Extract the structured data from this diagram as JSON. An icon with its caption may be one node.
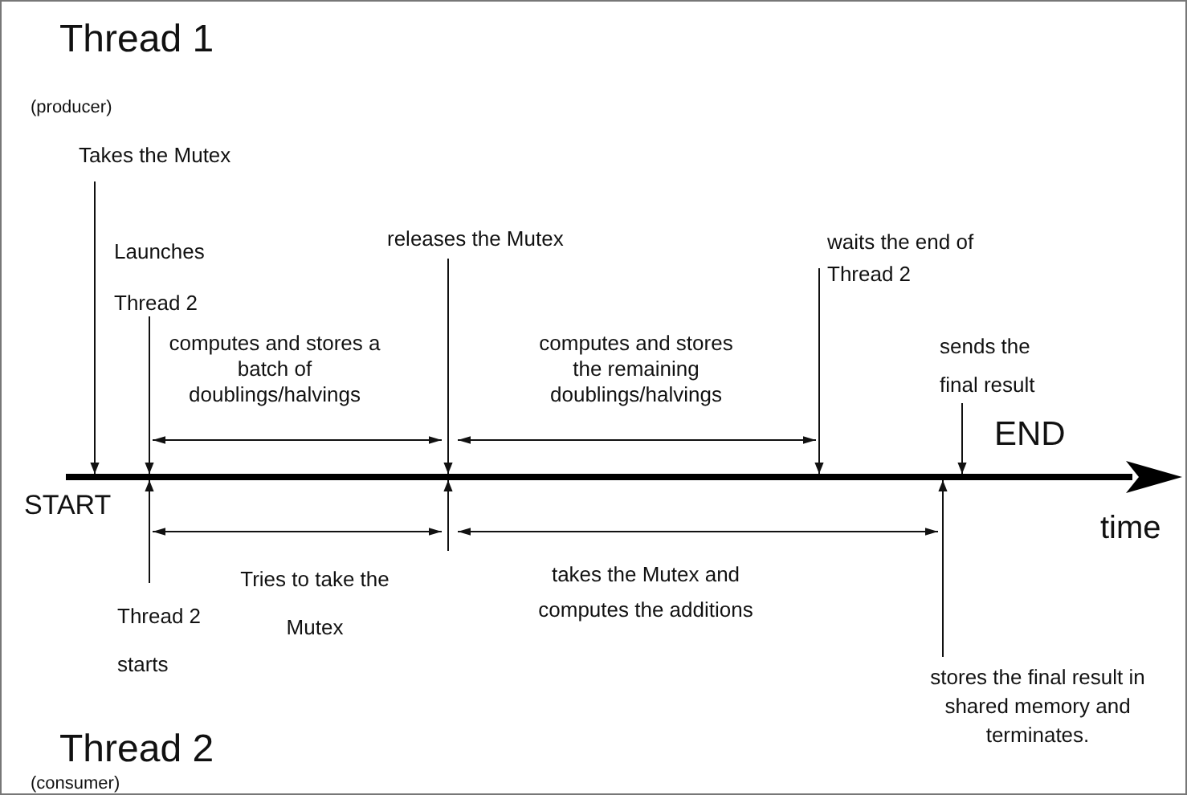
{
  "diagram": {
    "nodes": [
      {
        "text": [],
        "shape": "bar"
      },
      {
        "text": [
          "Takes the Mutex"
        ]
      },
      {
        "text": [
          "Launches Thread 2"
        ]
      },
      {
        "text": [
          "releases the Mutex"
        ]
      },
      {
        "text": [
          "waits the end of Thread 2"
        ]
      },
      {
        "text": [
          "sends the final result"
        ]
      },
      {
        "text": [
          "Thread 2 starts"
        ]
      },
      {
        "text": [
          "stores the final result in shared memory and terminates."
        ]
      }
    ],
    "edges": [
      {
        "from": 1,
        "to": 0,
        "arrow": "to"
      },
      {
        "from": 2,
        "to": 0,
        "arrow": "to"
      },
      {
        "from": 3,
        "to": 0,
        "arrow": "to"
      },
      {
        "from": 4,
        "to": 0,
        "arrow": "to"
      },
      {
        "from": 5,
        "to": 0,
        "arrow": "to"
      },
      {
        "from": 6,
        "to": 0,
        "arrow": "to"
      },
      {
        "from": null,
        "to": 0,
        "arrow": "to"
      },
      {
        "from": 7,
        "to": 0,
        "arrow": "to"
      }
    ],
    "labels": [
      "Thread 1",
      "(producer)",
      "computes and stores a batch of doublings/halvings",
      "computes and stores the remaining doublings/halvings",
      "END",
      "START",
      "time",
      "Tries to take the Mutex",
      "takes the Mutex and computes the additions",
      "Thread 2",
      "(consumer)"
    ]
  }
}
